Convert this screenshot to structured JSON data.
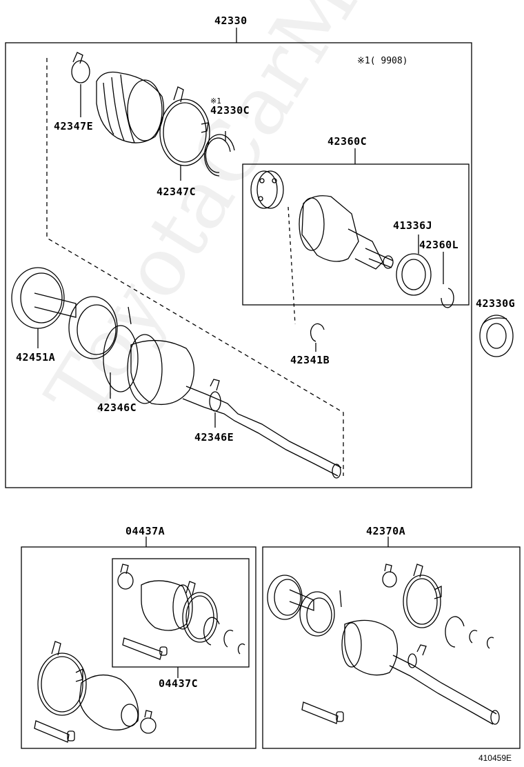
{
  "labels": {
    "top_assembly": "42330",
    "boot_clamp_small": "42347E",
    "note_mark": "※1",
    "snap_ring_c": "42330C",
    "boot_clamp_large": "42347C",
    "note_range": "※1(    9908)",
    "inboard_joint": "42360C",
    "dust_seal": "41336J",
    "snap_ring_l": "42360L",
    "bearing": "42330G",
    "outboard_joint": "42451A",
    "snap_ring_b": "42341B",
    "outboard_boot": "42346C",
    "outboard_clamp": "42346E",
    "boot_kit_outer": "04437A",
    "boot_kit_inner": "04437C",
    "inboard_joint_assy": "42370A"
  },
  "watermark": "ToyotaCarMine.ru",
  "diagram_code": "410459E",
  "colors": {
    "line": "#000000",
    "background": "#ffffff"
  }
}
